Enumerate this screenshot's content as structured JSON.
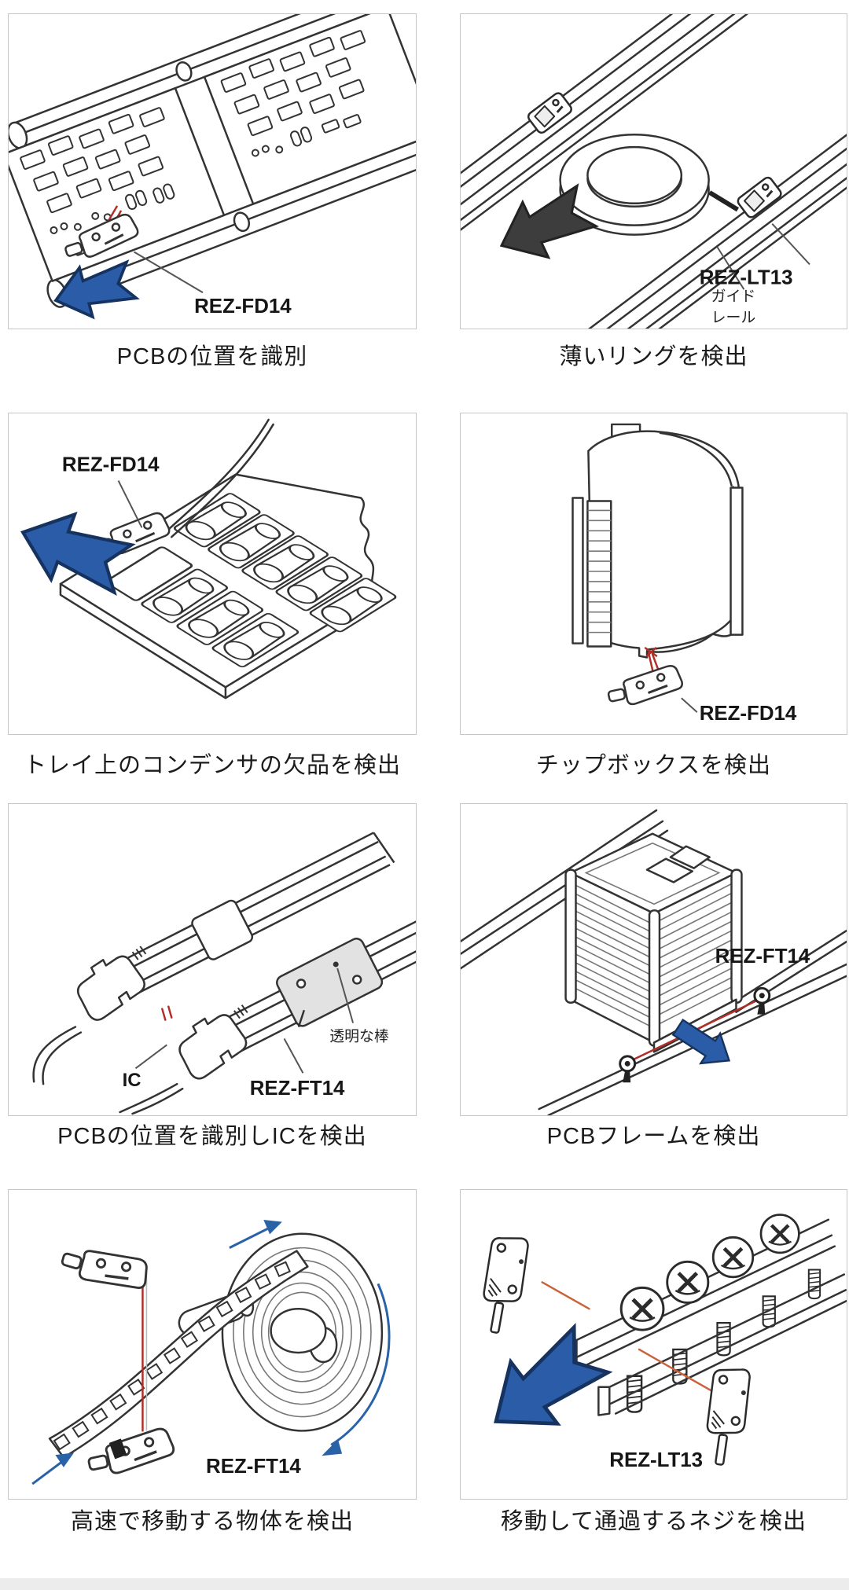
{
  "colors": {
    "line": "#333333",
    "arrow_blue": "#2b5ca8",
    "arrow_navy_outline": "#16335f",
    "arrow_dark": "#3d3d3d",
    "beam_red": "#b03028",
    "panel_border": "#c6c6c6"
  },
  "panels": [
    {
      "id": "pcb-position",
      "caption": "PCBの位置を識別",
      "device_label": "REZ-FD14"
    },
    {
      "id": "thin-ring",
      "caption": "薄いリングを検出",
      "device_label": "REZ-LT13",
      "annotation_line1": "ガイド",
      "annotation_line2": "レール"
    },
    {
      "id": "tray-capacitors",
      "caption": "トレイ上のコンデンサの欠品を検出",
      "device_label": "REZ-FD14"
    },
    {
      "id": "chip-box",
      "caption": "チップボックスを検出",
      "device_label": "REZ-FD14"
    },
    {
      "id": "ic-tubes",
      "caption": "PCBの位置を識別しICを検出",
      "device_label": "REZ-FT14",
      "annotation_ic": "IC",
      "annotation_rod": "透明な棒"
    },
    {
      "id": "pcb-frame",
      "caption": "PCBフレームを検出",
      "device_label": "REZ-FT14"
    },
    {
      "id": "tape-reel",
      "caption": "高速で移動する物体を検出",
      "device_label": "REZ-FT14"
    },
    {
      "id": "screws",
      "caption": "移動して通過するネジを検出",
      "device_label": "REZ-LT13"
    }
  ]
}
